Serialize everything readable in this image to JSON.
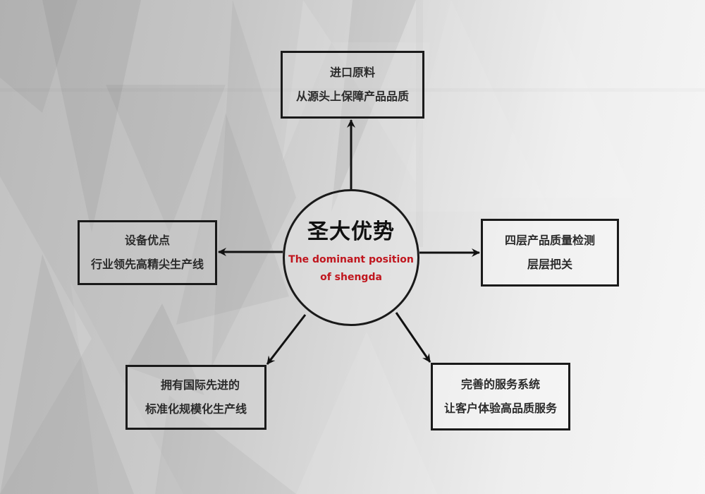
{
  "diagram": {
    "center": {
      "title": "圣大优势",
      "subtitle_line1": "The dominant position",
      "subtitle_line2": "of shengda",
      "subtitle_color": "#c0161e"
    },
    "nodes": [
      {
        "id": "top",
        "line1": "进口原料",
        "line2": "从源头上保障产品品质"
      },
      {
        "id": "left",
        "line1": "设备优点",
        "line2": "行业领先高精尖生产线"
      },
      {
        "id": "right",
        "line1": "四层产品质量检测",
        "line2": "层层把关"
      },
      {
        "id": "bottom-left",
        "line1": "拥有国际先进的",
        "line2": "标准化规模化生产线"
      },
      {
        "id": "bottom-right",
        "line1": "完善的服务系统",
        "line2": "让客户体验高品质服务"
      }
    ],
    "colors": {
      "border": "#1a1a1a",
      "text": "#2b2b2b",
      "accent": "#c0161e"
    }
  }
}
